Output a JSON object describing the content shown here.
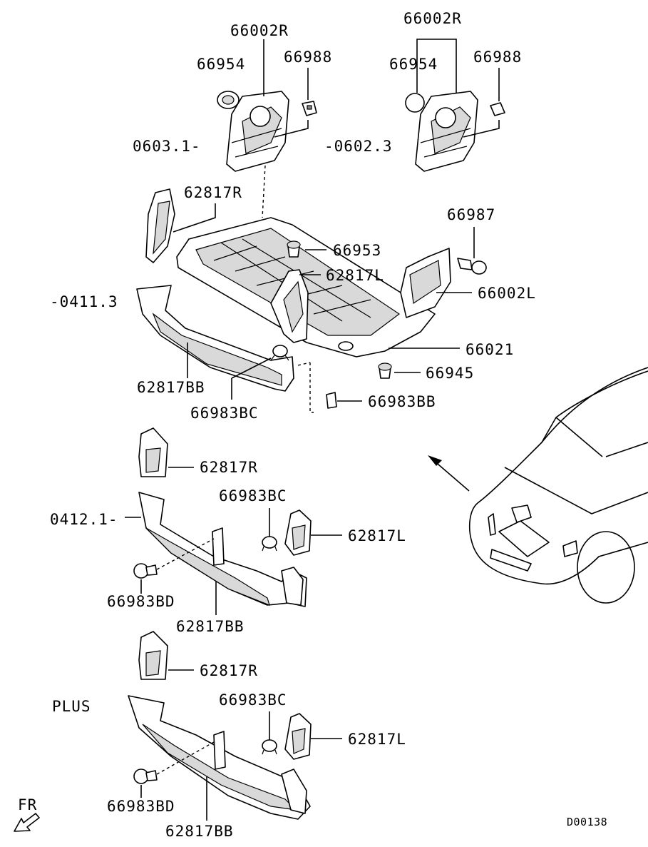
{
  "labels": {
    "top_r_code": "66002R",
    "top_r_grommet": "66954",
    "top_r_clip": "66988",
    "top_r_date": "0603.1-",
    "top_l_code": "66002R",
    "top_l_grommet": "66954",
    "top_l_clip": "66988",
    "top_l_date": "-0602.3",
    "bracket_r1": "62817R",
    "bolt_66987": "66987",
    "clip_66953": "66953",
    "bracket_l1": "62817L",
    "cover_l": "66002L",
    "date_0411": "-0411.3",
    "undercover": "66021",
    "clip_66945": "66945",
    "guard_1": "62817BB",
    "clip_66983bb": "66983BB",
    "clip_66983bc_1": "66983BC",
    "bracket_r2": "62817R",
    "date_0412": "0412.1-",
    "clip_66983bc_2": "66983BC",
    "bracket_l2": "62817L",
    "clip_66983bd_1": "66983BD",
    "guard_2": "62817BB",
    "bracket_r3": "62817R",
    "plus": "PLUS",
    "clip_66983bc_3": "66983BC",
    "bracket_l3": "62817L",
    "clip_66983bd_2": "66983BD",
    "guard_3": "62817BB",
    "fr": "FR",
    "ref_code": "D00138"
  },
  "icons": {
    "front_arrow": "arrow-down-left-icon",
    "direction_arrow": "arrow-up-left-icon",
    "vehicle": "car-front-illustration"
  }
}
